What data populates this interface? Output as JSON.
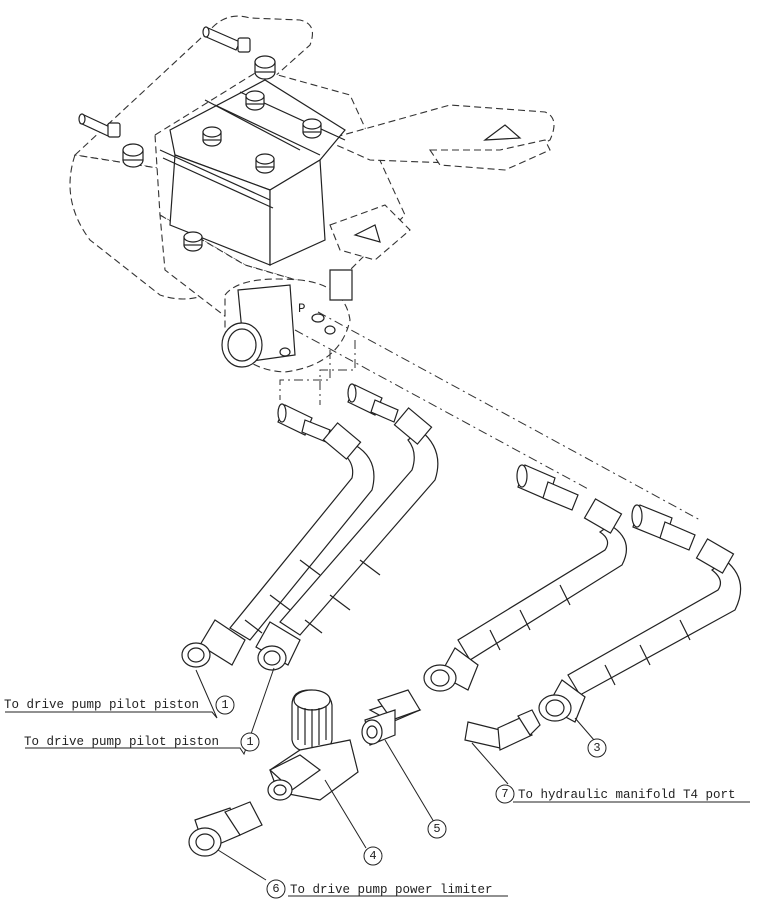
{
  "port_label": "P",
  "callouts": [
    {
      "number": "1",
      "text": "To drive pump pilot piston"
    },
    {
      "number": "1",
      "text": "To drive pump pilot piston"
    },
    {
      "number": "3",
      "text": ""
    },
    {
      "number": "4",
      "text": ""
    },
    {
      "number": "5",
      "text": ""
    },
    {
      "number": "6",
      "text": "To drive pump power limiter"
    },
    {
      "number": "7",
      "text": "To hydraulic manifold T4 port"
    }
  ]
}
